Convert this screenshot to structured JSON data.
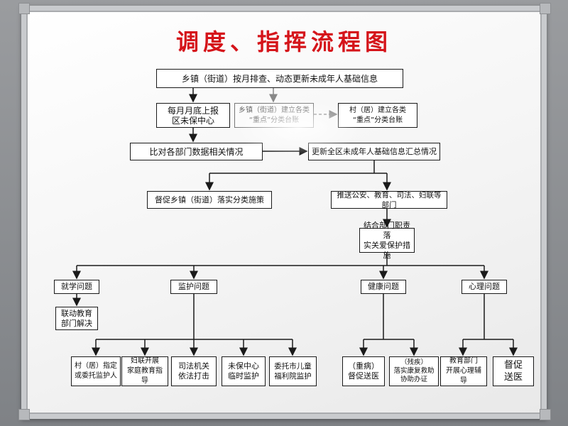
{
  "title": "调度、指挥流程图",
  "nodes": {
    "top": "乡镇（街道）按月排查、动态更新未成年人基础信息",
    "monthly": "每月月底上报\n区未保中心",
    "town_faded": "乡镇（街道）建立各类\n“重点”分类台账",
    "village": "村（居）建立各类\n“重点”分类台账",
    "compare": "比对各部门数据相关情况",
    "update": "更新全区未成年人基础信息汇总情况",
    "urge": "督促乡镇（街道）落实分类施策",
    "push": "推送公安、教育、司法、妇联等部门",
    "combine": "结合部门职责落\n实关爱保护措施",
    "study": "就学问题",
    "guardian": "监护问题",
    "health": "健康问题",
    "psych": "心理问题",
    "edu_solve": "联动教育\n部门解决",
    "g1": "村（居）指定\n或委托监护人",
    "g2": "妇联开展\n家庭教育指导",
    "g3": "司法机关\n依法打击",
    "g4": "未保中心\n临时监护",
    "g5": "委托市儿童\n福利院监护",
    "h1": "（重病）\n督促送医",
    "h2": "（残疾）\n落实康复救助\n协助办证",
    "p1": "教育部门\n开展心理辅导",
    "p2": "督促\n送医"
  }
}
